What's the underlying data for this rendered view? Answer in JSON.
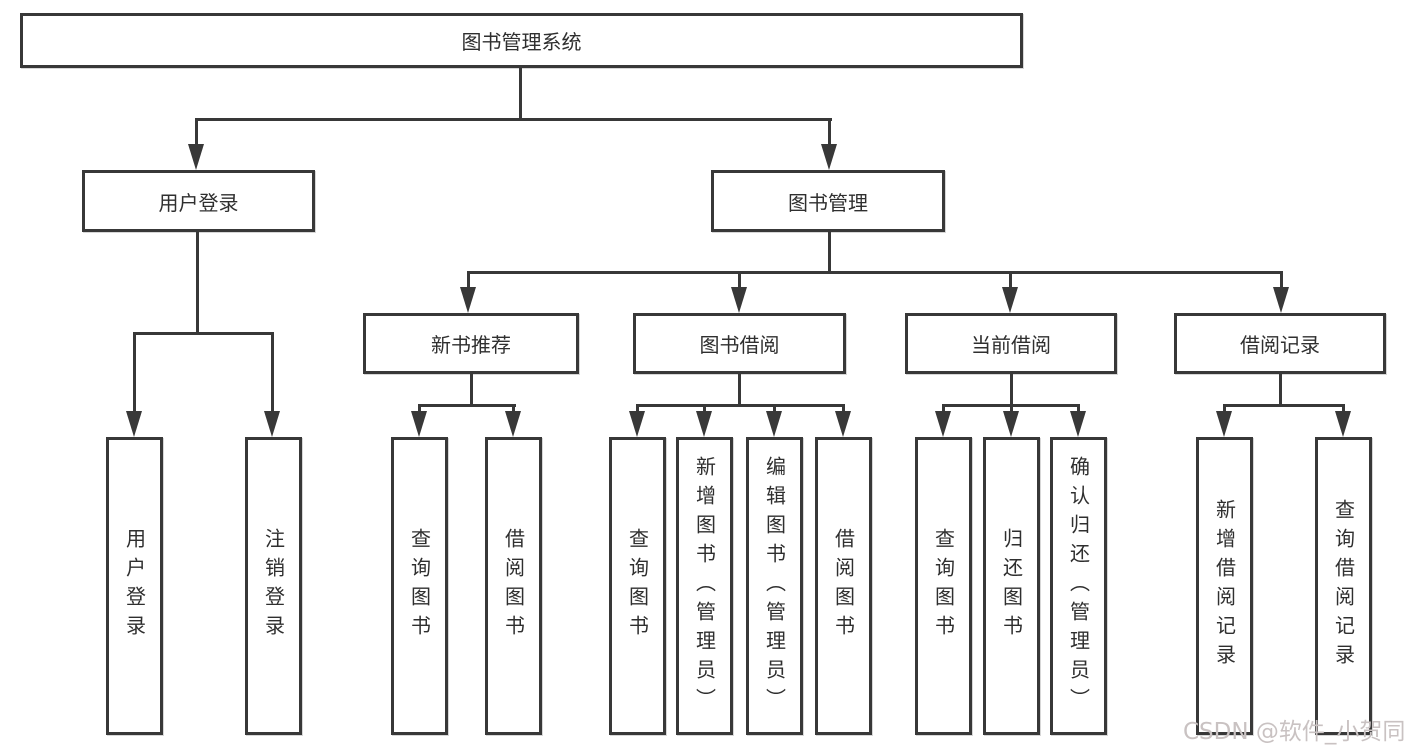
{
  "diagram": {
    "root_label": "图书管理系统",
    "level2": {
      "user_login": "用户登录",
      "book_mgmt": "图书管理"
    },
    "level3": {
      "new_books": "新书推荐",
      "book_borrow": "图书借阅",
      "current_borrow": "当前借阅",
      "borrow_records": "借阅记录"
    },
    "leaves": {
      "user_login": [
        "用户登录",
        "注销登录"
      ],
      "new_books": [
        "查询图书",
        "借阅图书"
      ],
      "book_borrow": [
        "查询图书",
        "新增图书（管理员）",
        "编辑图书（管理员）",
        "借阅图书"
      ],
      "current_borrow": [
        "查询图书",
        "归还图书",
        "确认归还（管理员）"
      ],
      "borrow_records": [
        "新增借阅记录",
        "查询借阅记录"
      ]
    },
    "colors": {
      "line": "#383838",
      "background": "#ffffff",
      "watermark": "#c9c2c2"
    },
    "watermark": "CSDN @软件_小贺同学"
  }
}
